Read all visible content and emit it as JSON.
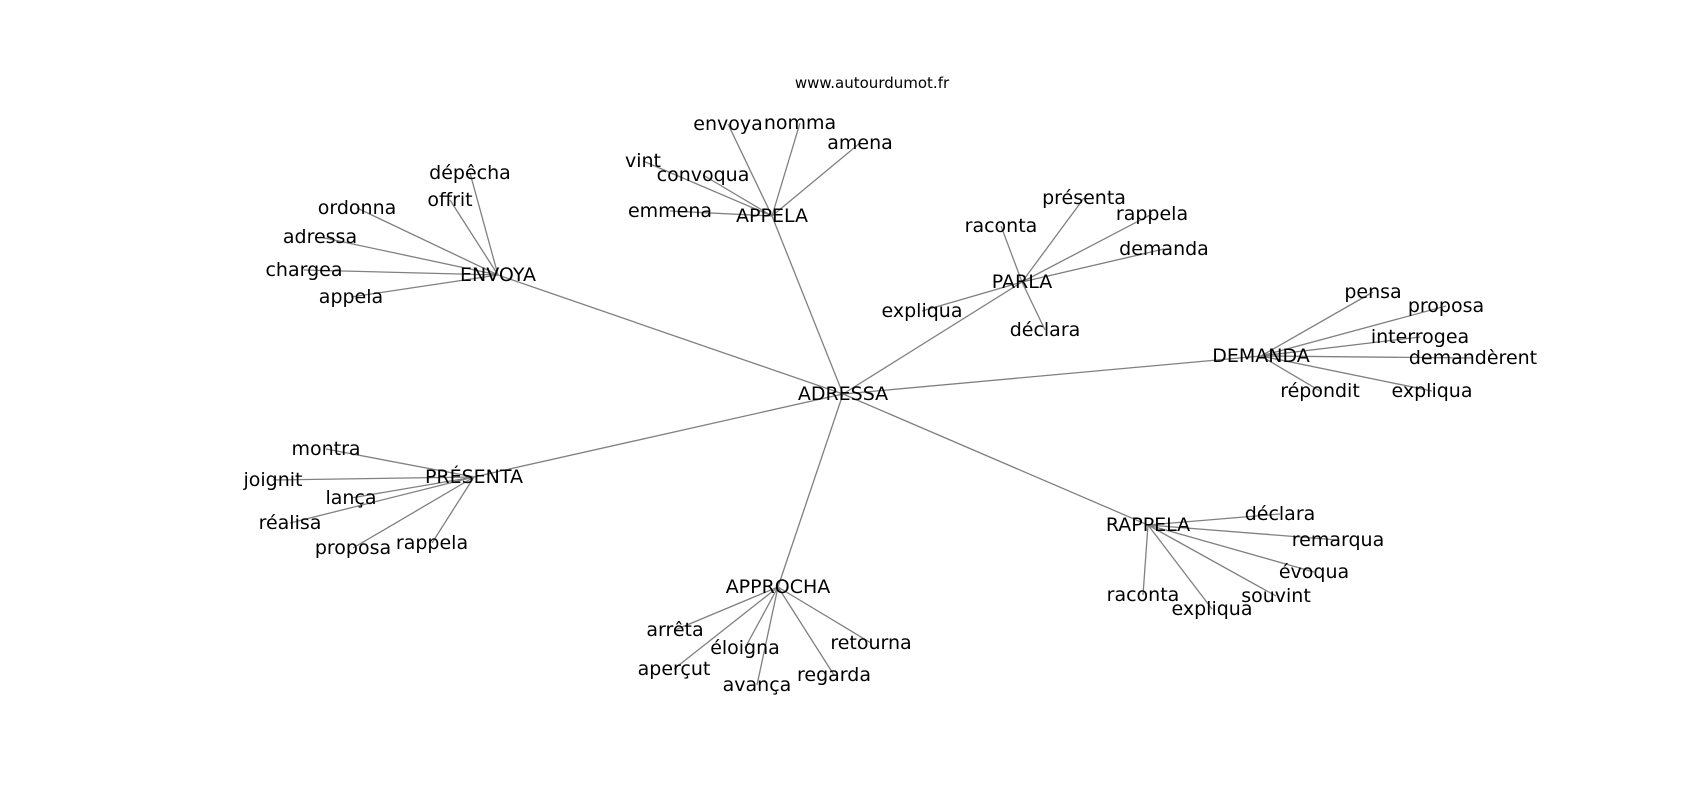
{
  "header": {
    "site": "www.autourdumot.fr"
  },
  "graph": {
    "center": "ADRESSA",
    "clusters": [
      {
        "hub": "APPELA",
        "words": [
          "envoya",
          "nomma",
          "amena",
          "vint",
          "convoqua",
          "emmena"
        ]
      },
      {
        "hub": "ENVOYA",
        "words": [
          "dépêcha",
          "ordonna",
          "offrit",
          "adressa",
          "chargea",
          "appela"
        ]
      },
      {
        "hub": "PARLA",
        "words": [
          "présenta",
          "raconta",
          "rappela",
          "demanda",
          "expliqua",
          "déclara"
        ]
      },
      {
        "hub": "DEMANDA",
        "words": [
          "pensa",
          "proposa",
          "interrogea",
          "demandèrent",
          "répondit",
          "expliqua"
        ]
      },
      {
        "hub": "PRÉSENTA",
        "words": [
          "montra",
          "joignit",
          "lança",
          "réalisa",
          "proposa",
          "rappela"
        ]
      },
      {
        "hub": "APPROCHA",
        "words": [
          "arrêta",
          "éloigna",
          "retourna",
          "aperçut",
          "regarda",
          "avança"
        ]
      },
      {
        "hub": "RAPPELA",
        "words": [
          "déclara",
          "remarqua",
          "évoqua",
          "souvint",
          "raconta",
          "expliqua"
        ]
      }
    ]
  }
}
